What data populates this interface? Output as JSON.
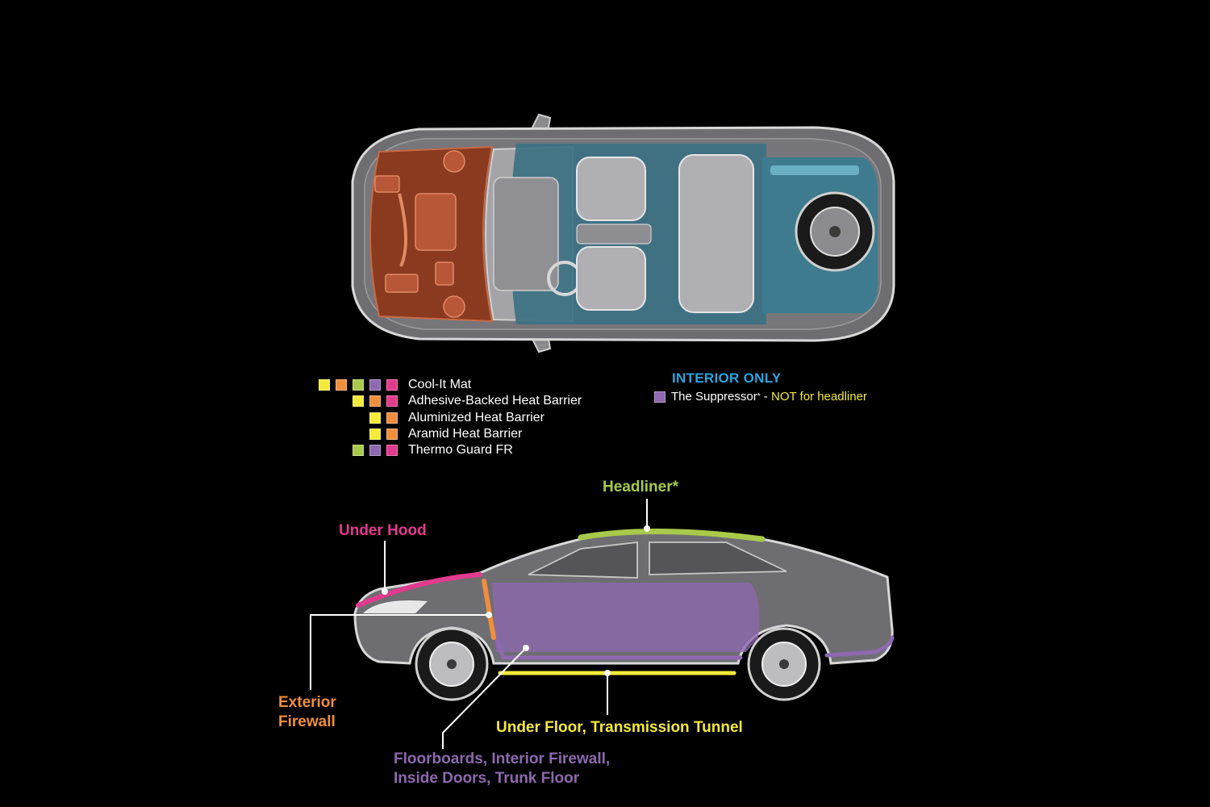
{
  "colors": {
    "background": "#000000",
    "cool_it_yellow": "#f4ea3a",
    "orange": "#ef8e3c",
    "green": "#a8c94a",
    "purple": "#8e68b0",
    "pink": "#e23a8d",
    "interior_blue": "#27a6e0",
    "car_body": "#6e6e72",
    "engine_bay": "#8a3a1f",
    "cabin_teal": "#3c7182"
  },
  "legend": {
    "items": [
      {
        "label": "Cool-It Mat",
        "swatches": [
          "yellow",
          "orange",
          "green",
          "purple",
          "pink"
        ]
      },
      {
        "label": "Adhesive-Backed Heat Barrier",
        "swatches": [
          "yellow",
          "orange",
          "pink"
        ]
      },
      {
        "label": "Aluminized Heat Barrier",
        "swatches": [
          "yellow",
          "orange"
        ]
      },
      {
        "label": "Aramid Heat Barrier",
        "swatches": [
          "yellow",
          "orange"
        ]
      },
      {
        "label": "Thermo Guard FR",
        "swatches": [
          "green",
          "purple",
          "pink"
        ]
      }
    ]
  },
  "interior": {
    "title": "INTERIOR ONLY",
    "product": "The Suppressor",
    "asterisk": "*",
    "separator": " - ",
    "note": "NOT for headliner"
  },
  "callouts": {
    "headliner": "Headliner*",
    "under_hood": "Under Hood",
    "exterior_firewall_line1": "Exterior",
    "exterior_firewall_line2": "Firewall",
    "under_floor": "Under Floor, Transmission Tunnel",
    "floorboards_line1": "Floorboards, Interior Firewall,",
    "floorboards_line2": "Inside Doors, Trunk Floor"
  }
}
